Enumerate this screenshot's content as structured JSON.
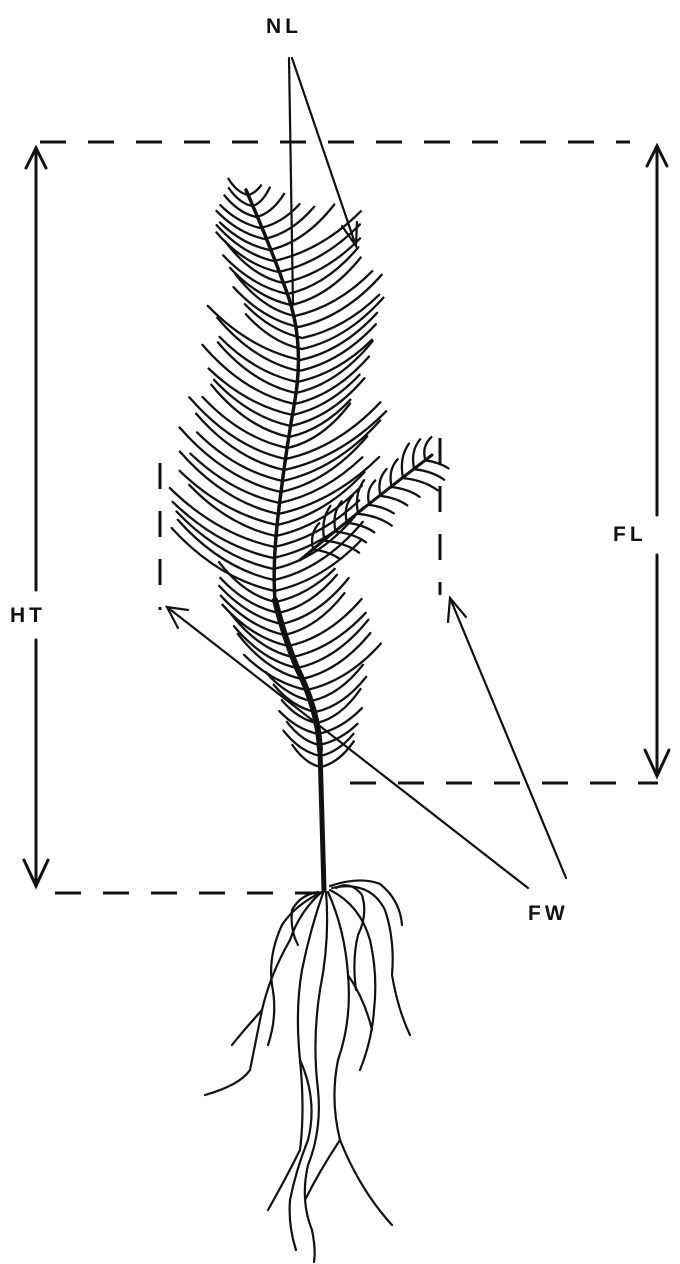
{
  "labels": {
    "nl": "NL",
    "fl": "FL",
    "ht": "HT",
    "fw": "FW"
  },
  "colors": {
    "ink": "#111111",
    "background": "#ffffff"
  }
}
